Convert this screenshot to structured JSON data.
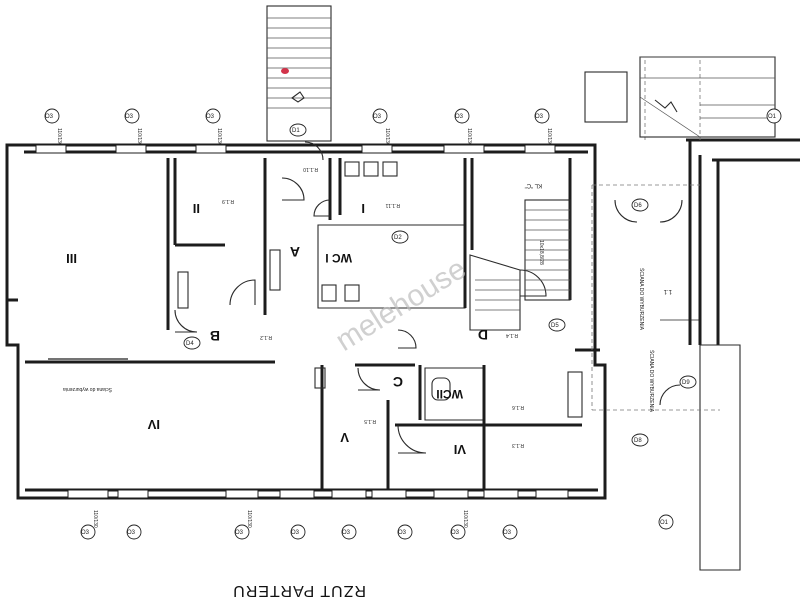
{
  "plan_title": "RZUT PARTERU",
  "watermark": "melehouse",
  "rooms": {
    "I": "I",
    "II": "II",
    "III": "III",
    "IV": "IV",
    "V": "V",
    "VI": "VI",
    "A": "A",
    "B": "B",
    "C": "C",
    "D": "D",
    "WC_I": "WC I",
    "WC_II": "WCII",
    "room_1_1": "1.1",
    "stair_kl": "KL \"C\""
  },
  "window_tag": "O3",
  "window_tag_alt": "O1",
  "door_tags": [
    "D1",
    "D2",
    "D4",
    "D5",
    "D6",
    "D8",
    "D9"
  ],
  "floor_codes": [
    "R.1.9",
    "R.1.10",
    "R.1.11",
    "R.1.4",
    "R.1.3",
    "R.1.5",
    "R.1.6",
    "R.1.2"
  ],
  "wall_notes": {
    "remove_1": "Ściana do wyburzenia",
    "remove_2": "ŚCIANA DO WYBURZENIA",
    "remove_3": "ŚCIANA DO WYBURZENIA"
  },
  "stair_note": "10x18,8/28",
  "window_size": "110/130"
}
